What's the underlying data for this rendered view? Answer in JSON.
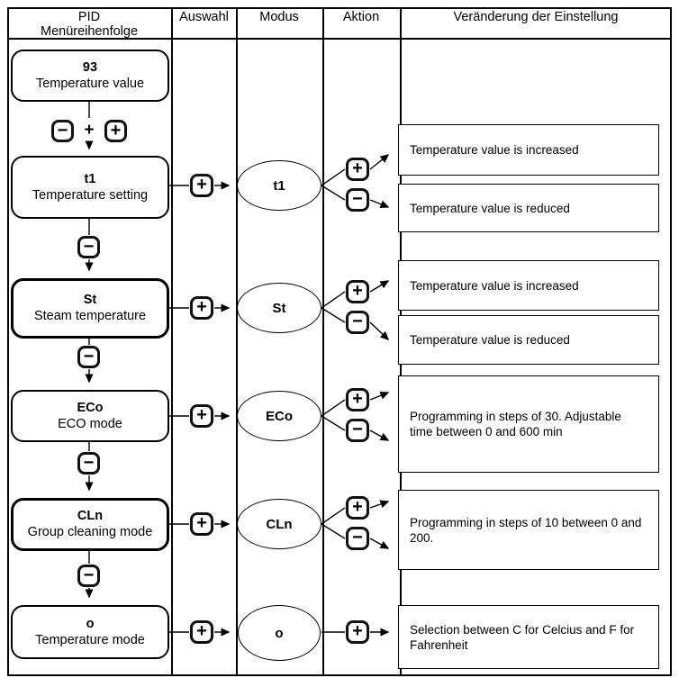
{
  "header": {
    "menu": {
      "line1": "PID",
      "line2": "Menüreihenfolge"
    },
    "auswahl": "Auswahl",
    "modus": "Modus",
    "aktion": "Aktion",
    "veraenderung": "Veränderung der Einstellung"
  },
  "icons": {
    "plus": "+",
    "minus": "−"
  },
  "colors": {
    "line": "#000000",
    "background": "#ffffff"
  },
  "start": {
    "code": "93",
    "label": "Temperature value"
  },
  "rows": [
    {
      "code": "t1",
      "label": "Temperature setting",
      "mode": "t1",
      "results": [
        "Temperature value is increased",
        "Temperature value is reduced"
      ]
    },
    {
      "code": "St",
      "label": "Steam temperature",
      "mode": "St",
      "results": [
        "Temperature value is increased",
        "Temperature value is reduced"
      ]
    },
    {
      "code": "ECo",
      "label": "ECO mode",
      "mode": "ECo",
      "results": [
        "Programming in steps of 30. Adjustable time between 0 and 600 min"
      ]
    },
    {
      "code": "CLn",
      "label": "Group cleaning mode",
      "mode": "CLn",
      "results": [
        "Programming in steps of 10 between 0 and 200."
      ]
    },
    {
      "code": "o",
      "label": "Temperature mode",
      "mode": "o",
      "results": [
        "Selection between C for Celcius and F for Fahrenheit"
      ]
    }
  ]
}
